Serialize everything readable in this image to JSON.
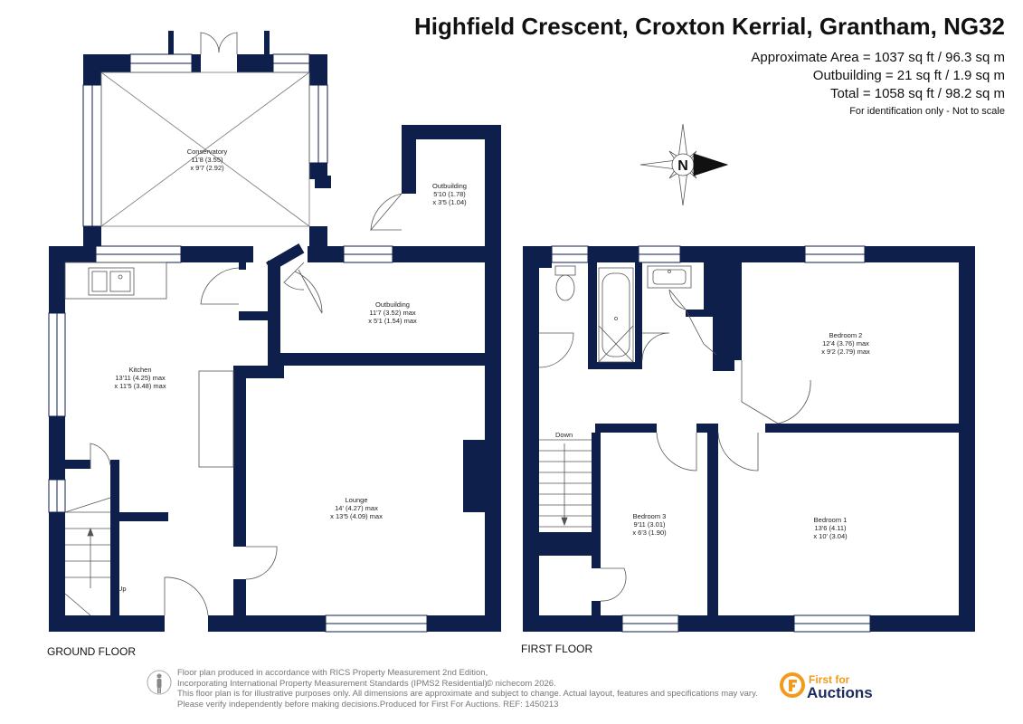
{
  "header": {
    "title": "Highfield Crescent, Croxton Kerrial, Grantham, NG32",
    "approx_area": "Approximate Area = 1037 sq ft / 96.3 sq m",
    "outbuilding_area": "Outbuilding = 21 sq ft / 1.9 sq m",
    "total_area": "Total = 1058 sq ft / 98.2 sq m",
    "note": "For identification only - Not to scale"
  },
  "compass": {
    "letter": "N"
  },
  "floors": {
    "ground": "GROUND FLOOR",
    "first": "FIRST FLOOR"
  },
  "rooms": {
    "conservatory": {
      "name": "Conservatory",
      "dim1": "11'8 (3.55)",
      "dim2": "x 9'7 (2.92)"
    },
    "outbuilding_small": {
      "name": "Outbuilding",
      "dim1": "5'10 (1.78)",
      "dim2": "x 3'5 (1.04)"
    },
    "outbuilding_large": {
      "name": "Outbuilding",
      "dim1": "11'7 (3.52) max",
      "dim2": "x 5'1 (1.54) max"
    },
    "kitchen": {
      "name": "Kitchen",
      "dim1": "13'11 (4.25) max",
      "dim2": "x 11'5 (3.48) max"
    },
    "lounge": {
      "name": "Lounge",
      "dim1": "14' (4.27) max",
      "dim2": "x 13'5 (4.09) max"
    },
    "bedroom2": {
      "name": "Bedroom 2",
      "dim1": "12'4 (3.76) max",
      "dim2": "x 9'2 (2.79) max"
    },
    "bedroom3": {
      "name": "Bedroom 3",
      "dim1": "9'11 (3.01)",
      "dim2": "x 6'3 (1.90)"
    },
    "bedroom1": {
      "name": "Bedroom 1",
      "dim1": "13'6 (4.11)",
      "dim2": "x 10' (3.04)"
    }
  },
  "labels": {
    "up": "Up",
    "down": "Down"
  },
  "footer": {
    "line1": "Floor plan produced in accordance with RICS Property Measurement 2nd Edition,",
    "line2": "Incorporating International Property Measurement Standards (IPMS2 Residential).",
    "copyright": "© nichecom 2026.",
    "line3": "This floor plan is for illustrative purposes only. All dimensions are approximate and subject to change. Actual layout, features and specifications may vary.",
    "line4": "Please verify independently before making decisions.Produced for First For Auctions.   REF:  1450213"
  },
  "logo": {
    "line1": "First for",
    "line2": "Auctions"
  },
  "colors": {
    "wall": "#0f1f4b",
    "accent": "#f39a1c"
  }
}
